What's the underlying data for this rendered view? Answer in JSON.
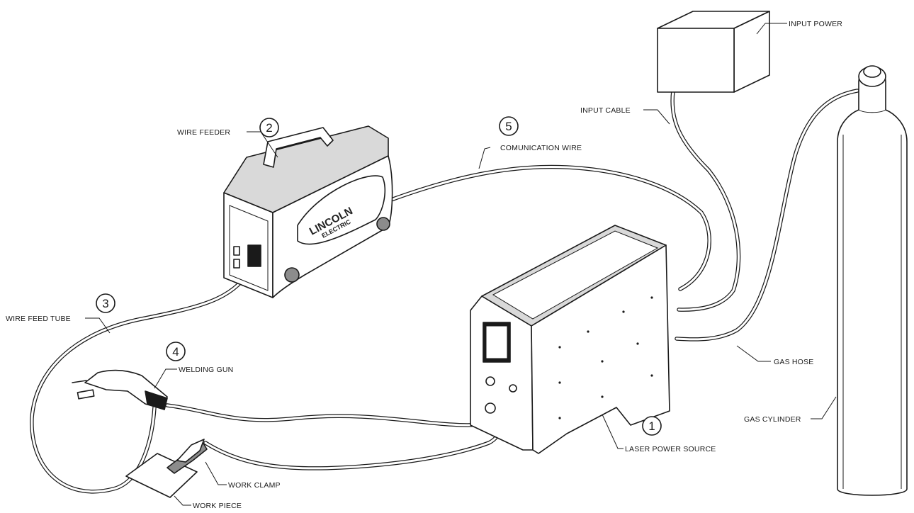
{
  "labels": {
    "input_power": "INPUT POWER",
    "input_cable": "INPUT CABLE",
    "wire_feeder": "WIRE FEEDER",
    "comunication_wire": "COMUNICATION WIRE",
    "wire_feed_tube": "WIRE FEED TUBE",
    "welding_gun": "WELDING GUN",
    "gas_hose": "GAS HOSE",
    "gas_cylinder": "GAS CYLINDER",
    "laser_power_source": "LASER POWER SOURCE",
    "work_clamp": "WORK CLAMP",
    "work_piece": "WORK PIECE"
  },
  "callouts": {
    "c1": "1",
    "c2": "2",
    "c3": "3",
    "c4": "4",
    "c5": "5"
  },
  "branding": {
    "line1": "LINCOLN",
    "line2": "ELECTRIC"
  }
}
